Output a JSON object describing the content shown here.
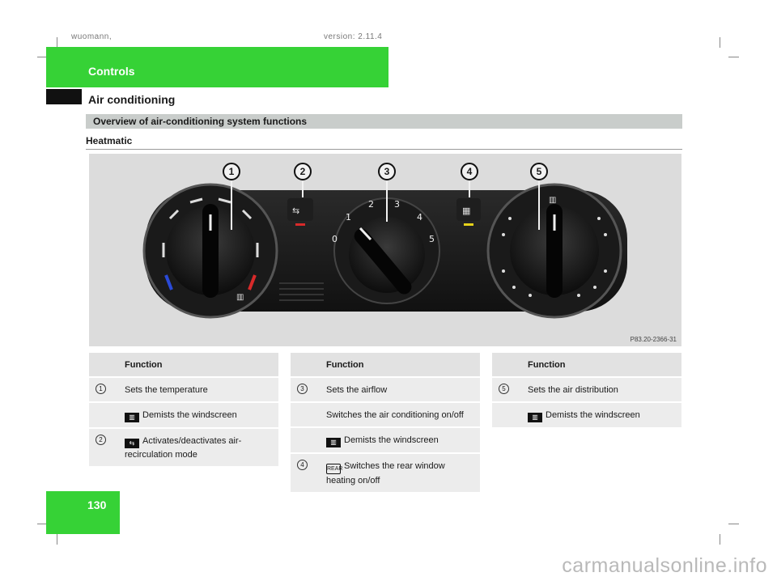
{
  "header": {
    "meta_left": "wuomann,",
    "meta_right": "version: 2.11.4",
    "section": "Controls",
    "title": "Air conditioning"
  },
  "overview": {
    "heading": "Overview of air-conditioning system functions",
    "subheading": "Heatmatic"
  },
  "figure": {
    "caption": "P83.20-2366-31",
    "badges": [
      "1",
      "2",
      "3",
      "4",
      "5"
    ],
    "fan_speeds": [
      "0",
      "1",
      "2",
      "3",
      "4",
      "5"
    ]
  },
  "tables": [
    {
      "header": "Function",
      "rows": [
        {
          "num": "1",
          "text": "Sets the temperature"
        },
        {
          "num": "",
          "icon": "defrost-icon",
          "text": "Demists the windscreen"
        },
        {
          "num": "2",
          "icon": "recirculation-icon",
          "text": "Activates/deactivates air-recirculation mode"
        }
      ]
    },
    {
      "header": "Function",
      "rows": [
        {
          "num": "3",
          "text": "Sets the airflow"
        },
        {
          "num": "",
          "text": "Switches the air conditioning on/off"
        },
        {
          "num": "",
          "icon": "defrost-icon",
          "text": "Demists the windscreen"
        },
        {
          "num": "4",
          "icon": "rear-window-heat-icon",
          "icon_label": "REAR",
          "text": "Switches the rear window heating on/off"
        }
      ]
    },
    {
      "header": "Function",
      "rows": [
        {
          "num": "5",
          "text": "Sets the air distribution"
        },
        {
          "num": "",
          "icon": "defrost-icon",
          "text": "Demists the windscreen"
        }
      ]
    }
  ],
  "page_number": "130",
  "watermark": "carmanualsonline.info",
  "colors": {
    "accent_green": "#36d236",
    "bar_gray": "#c9cdcb",
    "cell_gray": "#ececec"
  }
}
